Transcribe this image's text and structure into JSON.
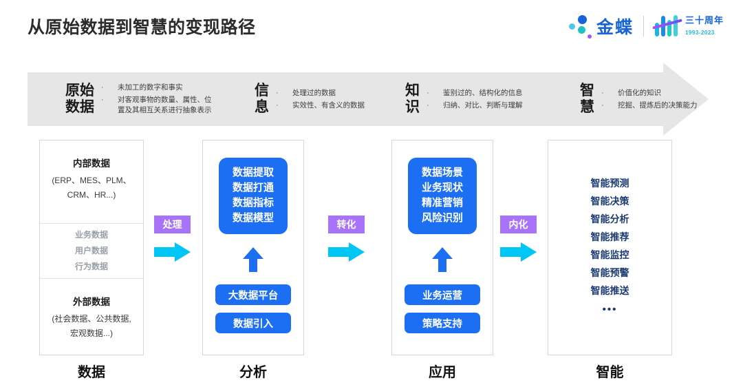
{
  "header": {
    "title": "从原始数据到智慧的变现路径",
    "brand_name": "金蝶",
    "anniversary_main": "三十周年",
    "anniversary_years": "1993-2023"
  },
  "banner": {
    "stages": [
      {
        "title": "原始\n数据",
        "bullets": [
          "未加工的数字和事实",
          "对客观事物的数量、属性、位\n置及其相互关系进行抽象表示"
        ]
      },
      {
        "title": "信\n息",
        "bullets": [
          "处理过的数据",
          "实效性、有含义的数据"
        ]
      },
      {
        "title": "知\n识",
        "bullets": [
          "鉴别过的、结构化的信息",
          "归纳、对比、判断与理解"
        ]
      },
      {
        "title": "智\n慧",
        "bullets": [
          "价值化的知识",
          "挖掘、提炼后的决策能力"
        ]
      }
    ]
  },
  "columns": {
    "data": {
      "footer": "数据",
      "internal_title": "内部数据",
      "internal_sub": "(ERP、MES、PLM、\nCRM、HR...)",
      "middle_items": [
        "业务数据",
        "用户数据",
        "行为数据"
      ],
      "external_title": "外部数据",
      "external_sub": "(社会数据、公共数据,\n宏观数据...)"
    },
    "analysis": {
      "footer": "分析",
      "box_items": [
        "数据提取",
        "数据打通",
        "数据指标",
        "数据模型"
      ],
      "pills": [
        "大数据平台",
        "数据引入"
      ]
    },
    "application": {
      "footer": "应用",
      "box_items": [
        "数据场景",
        "业务现状",
        "精准营销",
        "风险识别"
      ],
      "pills": [
        "业务运营",
        "策略支持"
      ]
    },
    "intelligence": {
      "footer": "智能",
      "items": [
        "智能预测",
        "智能决策",
        "智能分析",
        "智能推荐",
        "智能监控",
        "智能预警",
        "智能推送"
      ],
      "ellipsis": "•••"
    }
  },
  "connectors": [
    {
      "label": "处理"
    },
    {
      "label": "转化"
    },
    {
      "label": "内化"
    }
  ],
  "colors": {
    "blue": "#1c6ef2",
    "purple": "#a873f8",
    "cyan": "#00c6f5",
    "navy": "#1b3a70",
    "banner_gray": "#e6e6e6"
  }
}
